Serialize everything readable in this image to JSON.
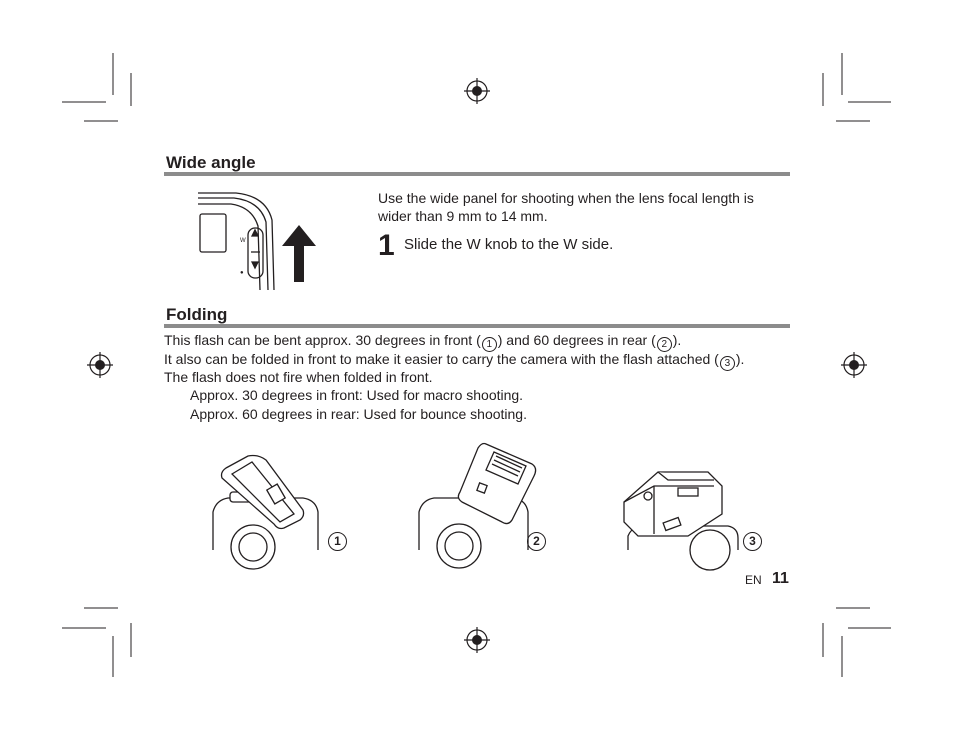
{
  "wide_angle": {
    "title": "Wide angle",
    "description": "Use the wide panel for shooting when the lens focal length is wider than 9 mm to 14 mm.",
    "step_number": "1",
    "step_text": "Slide the W knob to the W side."
  },
  "folding": {
    "title": "Folding",
    "line1_a": "This flash can be bent approx. 30 degrees in front (",
    "line1_b": ") and 60 degrees in rear (",
    "line1_c": ").",
    "line2_a": "It also can be folded in front to make it easier to carry the camera with the flash attached (",
    "line2_b": ").",
    "line3": "The flash does not fire when folded in front.",
    "bullet1": "Approx. 30 degrees in front: Used for macro shooting.",
    "bullet2": "Approx. 60 degrees in rear: Used for bounce shooting.",
    "markers": [
      "1",
      "2",
      "3"
    ]
  },
  "footer": {
    "lang": "EN",
    "page": "11"
  }
}
